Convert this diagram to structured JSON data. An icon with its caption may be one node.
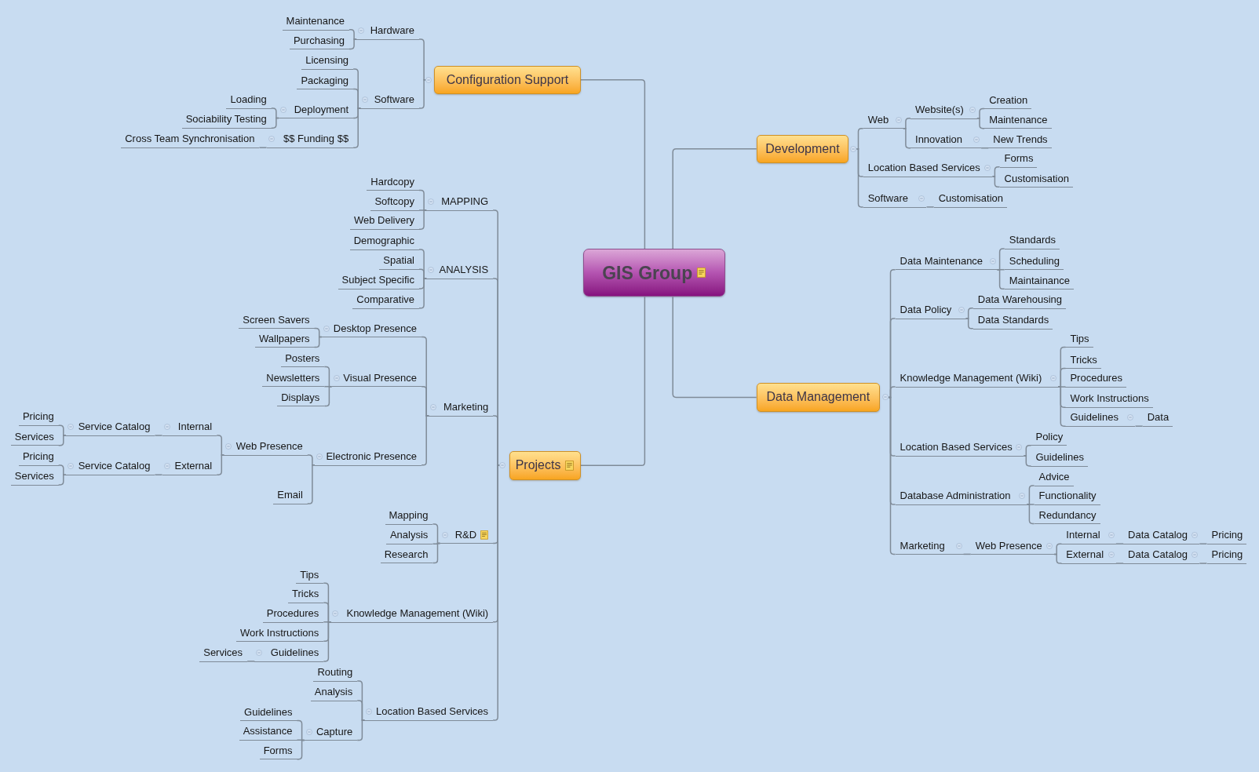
{
  "diagram": {
    "nodes": [
      {
        "text": [
          "GIS Group"
        ]
      },
      {
        "text": [
          "Configuration Support"
        ]
      },
      {
        "text": [
          "Hardware"
        ]
      },
      {
        "text": [
          "Maintenance"
        ]
      },
      {
        "text": [
          "Purchasing"
        ]
      },
      {
        "text": [
          "Software"
        ]
      },
      {
        "text": [
          "Licensing"
        ]
      },
      {
        "text": [
          "Packaging"
        ]
      },
      {
        "text": [
          "Deployment"
        ]
      },
      {
        "text": [
          "Loading"
        ]
      },
      {
        "text": [
          "Sociability Testing"
        ]
      },
      {
        "text": [
          "$$ Funding $$"
        ]
      },
      {
        "text": [
          "Cross Team Synchronisation"
        ]
      },
      {
        "text": [
          "Development"
        ]
      },
      {
        "text": [
          "Web"
        ]
      },
      {
        "text": [
          "Website(s)"
        ]
      },
      {
        "text": [
          "Creation"
        ]
      },
      {
        "text": [
          "Maintenance"
        ]
      },
      {
        "text": [
          "Innovation"
        ]
      },
      {
        "text": [
          "New Trends"
        ]
      },
      {
        "text": [
          "Location Based Services"
        ]
      },
      {
        "text": [
          "Forms"
        ]
      },
      {
        "text": [
          "Customisation"
        ]
      },
      {
        "text": [
          "Software"
        ]
      },
      {
        "text": [
          "Customisation"
        ]
      },
      {
        "text": [
          "Data Management"
        ]
      },
      {
        "text": [
          "Data Maintenance"
        ]
      },
      {
        "text": [
          "Standards"
        ]
      },
      {
        "text": [
          "Scheduling"
        ]
      },
      {
        "text": [
          "Maintainance"
        ]
      },
      {
        "text": [
          "Data Policy"
        ]
      },
      {
        "text": [
          "Data Warehousing"
        ]
      },
      {
        "text": [
          "Data Standards"
        ]
      },
      {
        "text": [
          "Knowledge Management (Wiki)"
        ]
      },
      {
        "text": [
          "Tips"
        ]
      },
      {
        "text": [
          "Tricks"
        ]
      },
      {
        "text": [
          "Procedures"
        ]
      },
      {
        "text": [
          "Work Instructions"
        ]
      },
      {
        "text": [
          "Guidelines"
        ]
      },
      {
        "text": [
          "Data"
        ]
      },
      {
        "text": [
          "Location Based Services"
        ]
      },
      {
        "text": [
          "Policy"
        ]
      },
      {
        "text": [
          "Guidelines"
        ]
      },
      {
        "text": [
          "Database Administration"
        ]
      },
      {
        "text": [
          "Advice"
        ]
      },
      {
        "text": [
          "Functionality"
        ]
      },
      {
        "text": [
          "Redundancy"
        ]
      },
      {
        "text": [
          "Marketing"
        ]
      },
      {
        "text": [
          "Web Presence"
        ]
      },
      {
        "text": [
          "Internal"
        ]
      },
      {
        "text": [
          "Data Catalog"
        ]
      },
      {
        "text": [
          "Pricing"
        ]
      },
      {
        "text": [
          "External"
        ]
      },
      {
        "text": [
          "Data Catalog"
        ]
      },
      {
        "text": [
          "Pricing"
        ]
      },
      {
        "text": [
          "Projects"
        ]
      },
      {
        "text": [
          "MAPPING"
        ]
      },
      {
        "text": [
          "Hardcopy"
        ]
      },
      {
        "text": [
          "Softcopy"
        ]
      },
      {
        "text": [
          "Web Delivery"
        ]
      },
      {
        "text": [
          "ANALYSIS"
        ]
      },
      {
        "text": [
          "Demographic"
        ]
      },
      {
        "text": [
          "Spatial"
        ]
      },
      {
        "text": [
          "Subject Specific"
        ]
      },
      {
        "text": [
          "Comparative"
        ]
      },
      {
        "text": [
          "Marketing"
        ]
      },
      {
        "text": [
          "Desktop Presence"
        ]
      },
      {
        "text": [
          "Screen Savers"
        ]
      },
      {
        "text": [
          "Wallpapers"
        ]
      },
      {
        "text": [
          "Visual Presence"
        ]
      },
      {
        "text": [
          "Posters"
        ]
      },
      {
        "text": [
          "Newsletters"
        ]
      },
      {
        "text": [
          "Displays"
        ]
      },
      {
        "text": [
          "Electronic Presence"
        ]
      },
      {
        "text": [
          "Web Presence"
        ]
      },
      {
        "text": [
          "Internal"
        ]
      },
      {
        "text": [
          "Service Catalog"
        ]
      },
      {
        "text": [
          "Pricing"
        ]
      },
      {
        "text": [
          "Services"
        ]
      },
      {
        "text": [
          "External"
        ]
      },
      {
        "text": [
          "Service Catalog"
        ]
      },
      {
        "text": [
          "Pricing"
        ]
      },
      {
        "text": [
          "Services"
        ]
      },
      {
        "text": [
          "Email"
        ]
      },
      {
        "text": [
          "R&D"
        ]
      },
      {
        "text": [
          "Mapping"
        ]
      },
      {
        "text": [
          "Analysis"
        ]
      },
      {
        "text": [
          "Research"
        ]
      },
      {
        "text": [
          "Knowledge Management (Wiki)"
        ]
      },
      {
        "text": [
          "Tips"
        ]
      },
      {
        "text": [
          "Tricks"
        ]
      },
      {
        "text": [
          "Procedures"
        ]
      },
      {
        "text": [
          "Work Instructions"
        ]
      },
      {
        "text": [
          "Guidelines"
        ]
      },
      {
        "text": [
          "Services"
        ]
      },
      {
        "text": [
          "Location Based Services"
        ]
      },
      {
        "text": [
          "Routing"
        ]
      },
      {
        "text": [
          "Analysis"
        ]
      },
      {
        "text": [
          "Capture"
        ]
      },
      {
        "text": [
          "Guidelines"
        ]
      },
      {
        "text": [
          "Assistance"
        ]
      },
      {
        "text": [
          "Forms"
        ]
      }
    ],
    "edges": [
      {
        "from": 0,
        "to": 1,
        "arrow": "none"
      },
      {
        "from": 1,
        "to": 2,
        "arrow": "none"
      },
      {
        "from": 2,
        "to": 3,
        "arrow": "none"
      },
      {
        "from": 2,
        "to": 4,
        "arrow": "none"
      },
      {
        "from": 1,
        "to": 5,
        "arrow": "none"
      },
      {
        "from": 5,
        "to": 6,
        "arrow": "none"
      },
      {
        "from": 5,
        "to": 7,
        "arrow": "none"
      },
      {
        "from": 5,
        "to": 8,
        "arrow": "none"
      },
      {
        "from": 8,
        "to": 9,
        "arrow": "none"
      },
      {
        "from": 8,
        "to": 10,
        "arrow": "none"
      },
      {
        "from": 5,
        "to": 11,
        "arrow": "none"
      },
      {
        "from": 11,
        "to": 12,
        "arrow": "none"
      },
      {
        "from": 0,
        "to": 13,
        "arrow": "none"
      },
      {
        "from": 13,
        "to": 14,
        "arrow": "none"
      },
      {
        "from": 14,
        "to": 15,
        "arrow": "none"
      },
      {
        "from": 15,
        "to": 16,
        "arrow": "none"
      },
      {
        "from": 15,
        "to": 17,
        "arrow": "none"
      },
      {
        "from": 14,
        "to": 18,
        "arrow": "none"
      },
      {
        "from": 18,
        "to": 19,
        "arrow": "none"
      },
      {
        "from": 13,
        "to": 20,
        "arrow": "none"
      },
      {
        "from": 20,
        "to": 21,
        "arrow": "none"
      },
      {
        "from": 20,
        "to": 22,
        "arrow": "none"
      },
      {
        "from": 13,
        "to": 23,
        "arrow": "none"
      },
      {
        "from": 23,
        "to": 24,
        "arrow": "none"
      },
      {
        "from": 0,
        "to": 25,
        "arrow": "none"
      },
      {
        "from": 25,
        "to": 26,
        "arrow": "none"
      },
      {
        "from": 26,
        "to": 27,
        "arrow": "none"
      },
      {
        "from": 26,
        "to": 28,
        "arrow": "none"
      },
      {
        "from": 26,
        "to": 29,
        "arrow": "none"
      },
      {
        "from": 25,
        "to": 30,
        "arrow": "none"
      },
      {
        "from": 30,
        "to": 31,
        "arrow": "none"
      },
      {
        "from": 30,
        "to": 32,
        "arrow": "none"
      },
      {
        "from": 25,
        "to": 33,
        "arrow": "none"
      },
      {
        "from": 33,
        "to": 34,
        "arrow": "none"
      },
      {
        "from": 33,
        "to": 35,
        "arrow": "none"
      },
      {
        "from": 33,
        "to": 36,
        "arrow": "none"
      },
      {
        "from": 33,
        "to": 37,
        "arrow": "none"
      },
      {
        "from": 33,
        "to": 38,
        "arrow": "none"
      },
      {
        "from": 38,
        "to": 39,
        "arrow": "none"
      },
      {
        "from": 25,
        "to": 40,
        "arrow": "none"
      },
      {
        "from": 40,
        "to": 41,
        "arrow": "none"
      },
      {
        "from": 40,
        "to": 42,
        "arrow": "none"
      },
      {
        "from": 25,
        "to": 43,
        "arrow": "none"
      },
      {
        "from": 43,
        "to": 44,
        "arrow": "none"
      },
      {
        "from": 43,
        "to": 45,
        "arrow": "none"
      },
      {
        "from": 43,
        "to": 46,
        "arrow": "none"
      },
      {
        "from": 25,
        "to": 47,
        "arrow": "none"
      },
      {
        "from": 47,
        "to": 48,
        "arrow": "none"
      },
      {
        "from": 48,
        "to": 49,
        "arrow": "none"
      },
      {
        "from": 49,
        "to": 50,
        "arrow": "none"
      },
      {
        "from": 50,
        "to": 51,
        "arrow": "none"
      },
      {
        "from": 48,
        "to": 52,
        "arrow": "none"
      },
      {
        "from": 52,
        "to": 53,
        "arrow": "none"
      },
      {
        "from": 53,
        "to": 54,
        "arrow": "none"
      },
      {
        "from": 0,
        "to": 55,
        "arrow": "none"
      },
      {
        "from": 55,
        "to": 56,
        "arrow": "none"
      },
      {
        "from": 56,
        "to": 57,
        "arrow": "none"
      },
      {
        "from": 56,
        "to": 58,
        "arrow": "none"
      },
      {
        "from": 56,
        "to": 59,
        "arrow": "none"
      },
      {
        "from": 55,
        "to": 60,
        "arrow": "none"
      },
      {
        "from": 60,
        "to": 61,
        "arrow": "none"
      },
      {
        "from": 60,
        "to": 62,
        "arrow": "none"
      },
      {
        "from": 60,
        "to": 63,
        "arrow": "none"
      },
      {
        "from": 60,
        "to": 64,
        "arrow": "none"
      },
      {
        "from": 55,
        "to": 65,
        "arrow": "none"
      },
      {
        "from": 65,
        "to": 66,
        "arrow": "none"
      },
      {
        "from": 66,
        "to": 67,
        "arrow": "none"
      },
      {
        "from": 66,
        "to": 68,
        "arrow": "none"
      },
      {
        "from": 65,
        "to": 69,
        "arrow": "none"
      },
      {
        "from": 69,
        "to": 70,
        "arrow": "none"
      },
      {
        "from": 69,
        "to": 71,
        "arrow": "none"
      },
      {
        "from": 69,
        "to": 72,
        "arrow": "none"
      },
      {
        "from": 65,
        "to": 73,
        "arrow": "none"
      },
      {
        "from": 73,
        "to": 74,
        "arrow": "none"
      },
      {
        "from": 74,
        "to": 75,
        "arrow": "none"
      },
      {
        "from": 75,
        "to": 76,
        "arrow": "none"
      },
      {
        "from": 76,
        "to": 77,
        "arrow": "none"
      },
      {
        "from": 76,
        "to": 78,
        "arrow": "none"
      },
      {
        "from": 74,
        "to": 79,
        "arrow": "none"
      },
      {
        "from": 79,
        "to": 80,
        "arrow": "none"
      },
      {
        "from": 80,
        "to": 81,
        "arrow": "none"
      },
      {
        "from": 80,
        "to": 82,
        "arrow": "none"
      },
      {
        "from": 73,
        "to": 83,
        "arrow": "none"
      },
      {
        "from": 55,
        "to": 84,
        "arrow": "none"
      },
      {
        "from": 84,
        "to": 85,
        "arrow": "none"
      },
      {
        "from": 84,
        "to": 86,
        "arrow": "none"
      },
      {
        "from": 84,
        "to": 87,
        "arrow": "none"
      },
      {
        "from": 55,
        "to": 88,
        "arrow": "none"
      },
      {
        "from": 88,
        "to": 89,
        "arrow": "none"
      },
      {
        "from": 88,
        "to": 90,
        "arrow": "none"
      },
      {
        "from": 88,
        "to": 91,
        "arrow": "none"
      },
      {
        "from": 88,
        "to": 92,
        "arrow": "none"
      },
      {
        "from": 88,
        "to": 93,
        "arrow": "none"
      },
      {
        "from": 93,
        "to": 94,
        "arrow": "none"
      },
      {
        "from": 55,
        "to": 95,
        "arrow": "none"
      },
      {
        "from": 95,
        "to": 96,
        "arrow": "none"
      },
      {
        "from": 95,
        "to": 97,
        "arrow": "none"
      },
      {
        "from": 95,
        "to": 98,
        "arrow": "none"
      },
      {
        "from": 98,
        "to": 99,
        "arrow": "none"
      },
      {
        "from": 98,
        "to": 100,
        "arrow": "none"
      },
      {
        "from": 98,
        "to": 101,
        "arrow": "none"
      }
    ]
  }
}
